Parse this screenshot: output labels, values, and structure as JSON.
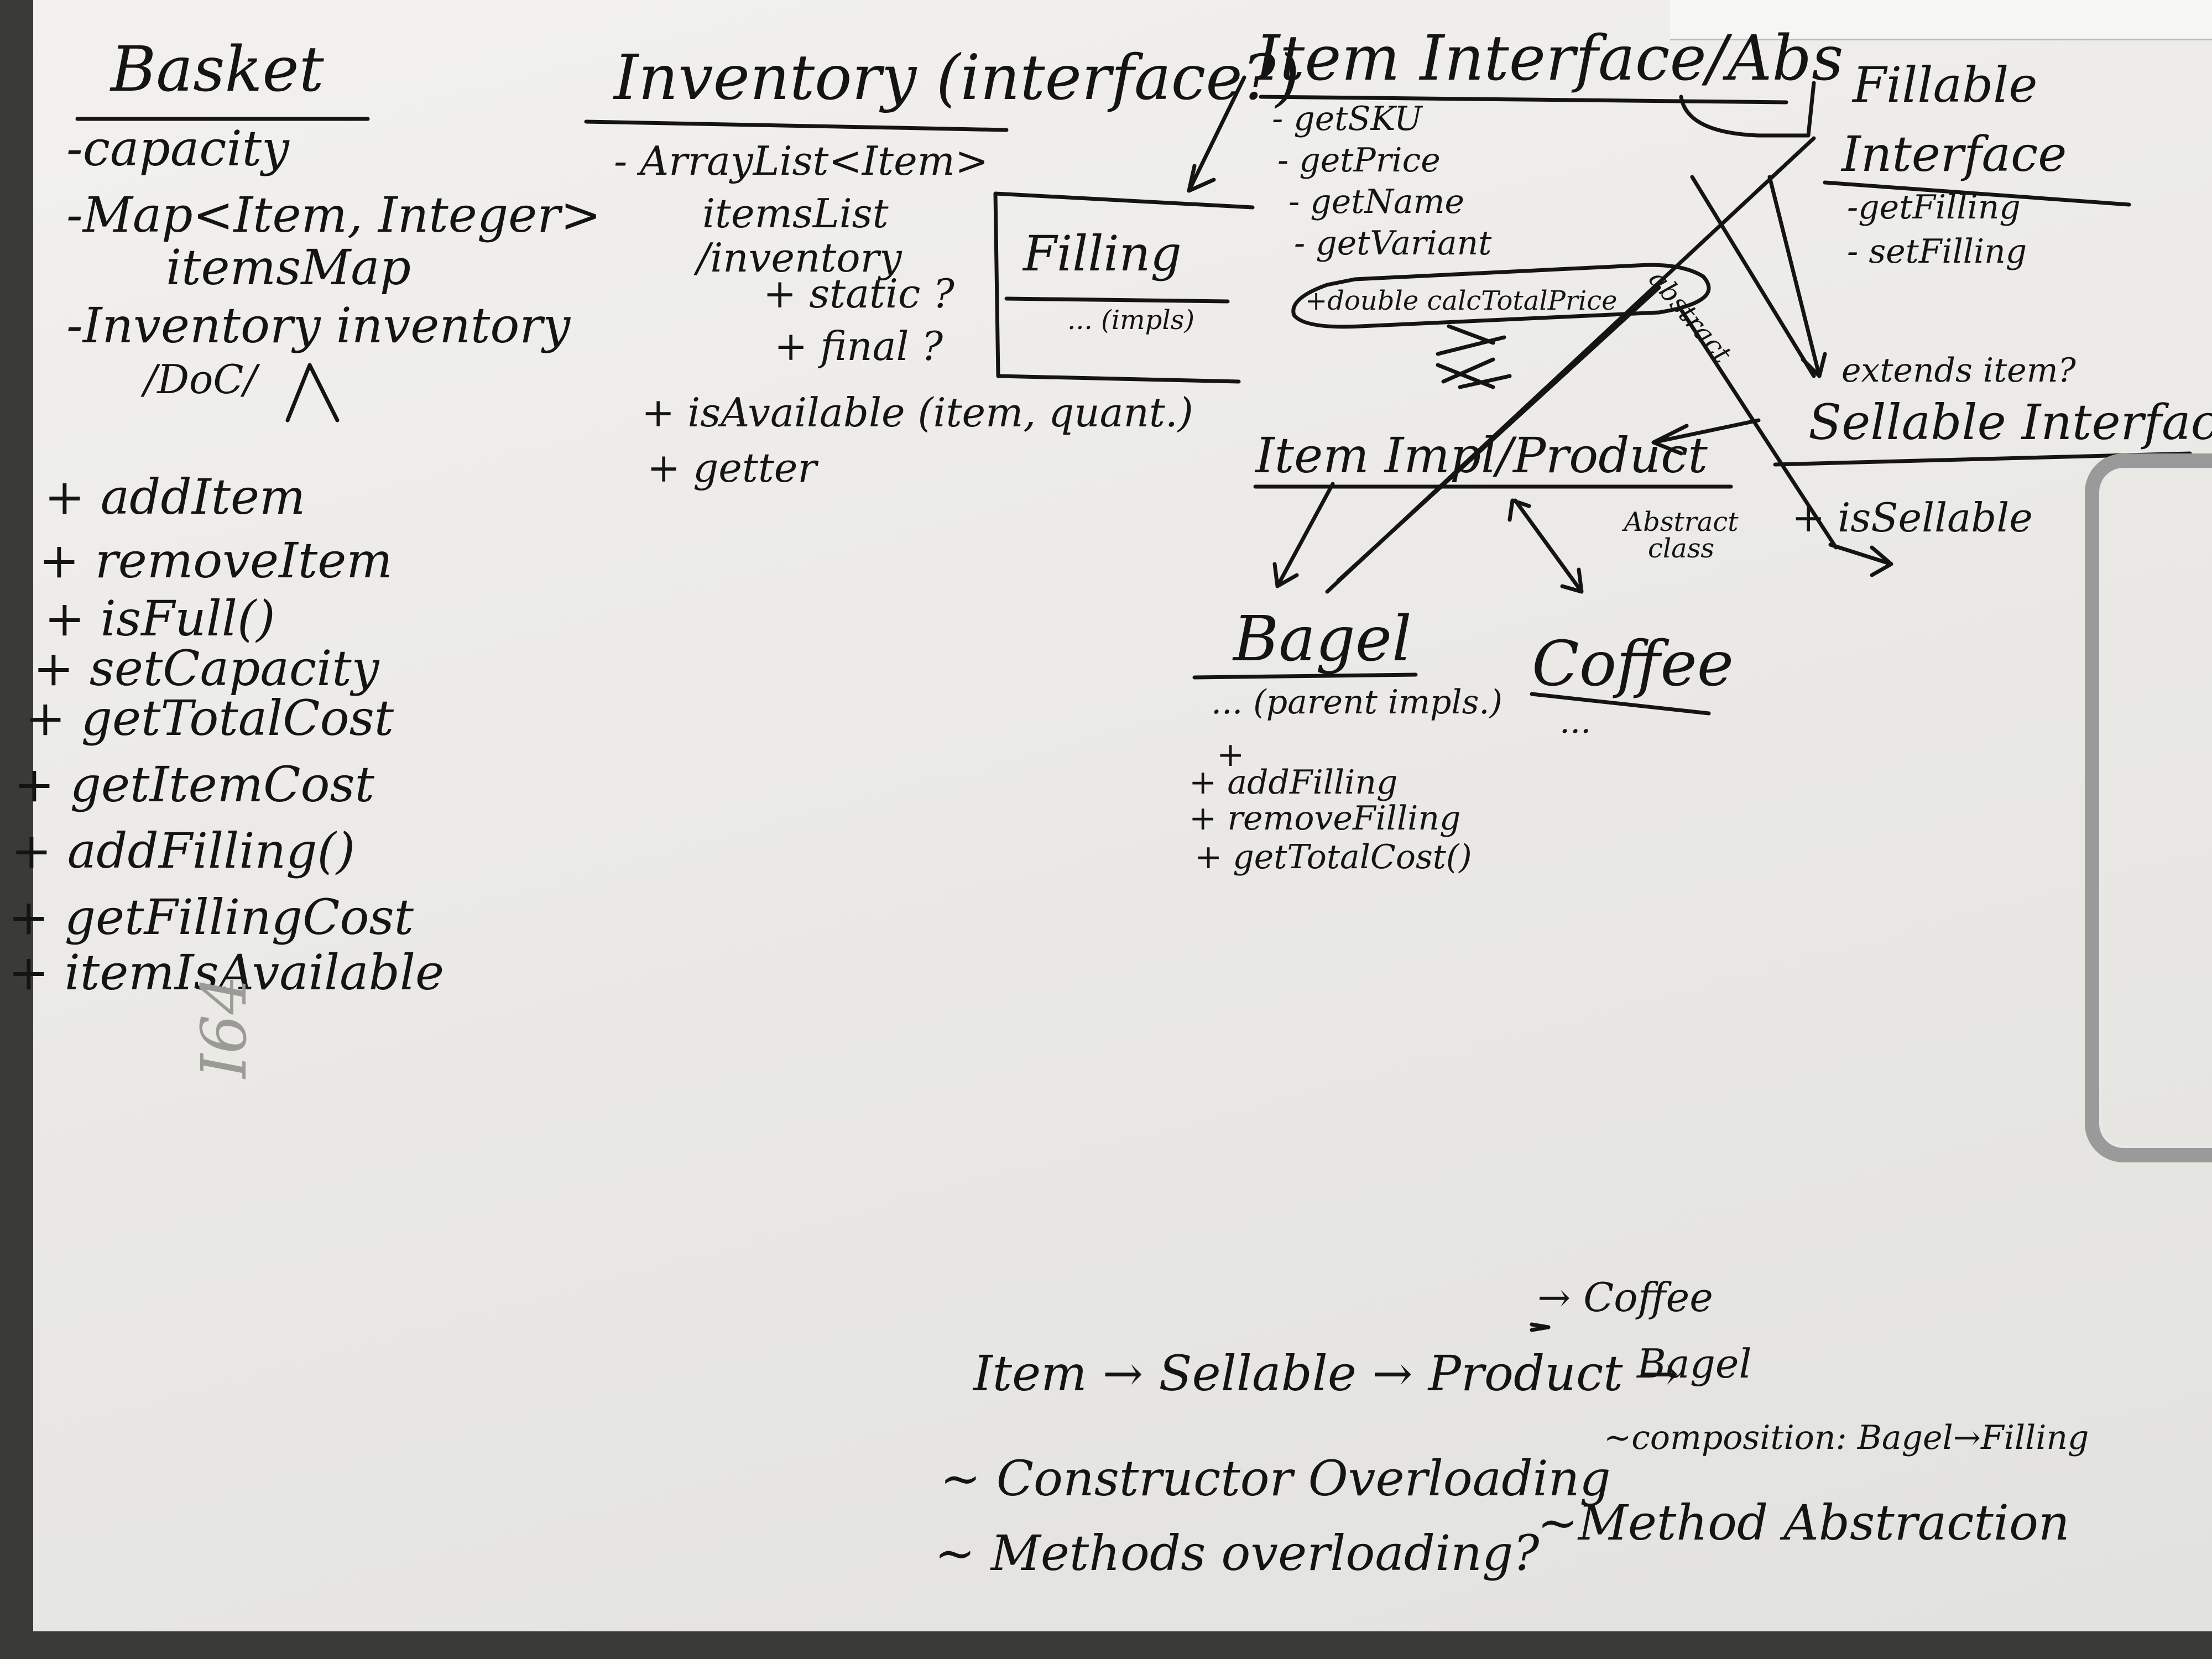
{
  "basket": {
    "title": "Basket",
    "fields": [
      "-capacity",
      "-Map<Item, Integer>",
      "itemsMap",
      "-Inventory inventory",
      "/DoC/"
    ],
    "methods": [
      "+ addItem",
      "+ removeItem",
      "+ isFull()",
      "+ setCapacity",
      "+ getTotalCost",
      "+ getItemCost",
      "+ addFilling()",
      "+ getFillingCost",
      "+ itemIsAvailable"
    ]
  },
  "inventory": {
    "title": "Inventory (interface?)",
    "fields": [
      "- ArrayList<Item>",
      "itemsList",
      "/inventory",
      "+ static ?",
      "+ final ?"
    ],
    "methods": [
      "+ isAvailable (item, quant.)",
      "+ getter"
    ]
  },
  "filling": {
    "title": "Filling",
    "body": "... (impls)"
  },
  "item_interface": {
    "title": "Item Interface/Abs",
    "methods": [
      "- getSKU",
      "- getPrice",
      "- getName",
      "- getVariant"
    ],
    "extra": "+double calcTotalPrice",
    "abstract_label": "abstract"
  },
  "fillable": {
    "title": "Fillable",
    "subtitle": "Interface",
    "methods": [
      "-getFilling",
      "- setFilling"
    ]
  },
  "sellable": {
    "note": "extends item?",
    "title": "Sellable Interface",
    "methods": [
      "+ isSellable"
    ]
  },
  "item_impl": {
    "title": "Item Impl/Product",
    "note": "Abstract class"
  },
  "bagel": {
    "title": "Bagel",
    "body": "... (parent impls.)",
    "plus": "+",
    "methods": [
      "+ addFilling",
      "+ removeFilling",
      "+ getTotalCost()"
    ]
  },
  "coffee": {
    "title": "Coffee",
    "body": "..."
  },
  "hierarchy": {
    "base": "Item → Sellable → Product →",
    "branch_top": "→ Coffee",
    "branch_bottom": "Bagel"
  },
  "notes": {
    "composition": "~composition: Bagel→Filling",
    "constructor": "~ Constructor Overloading",
    "method_abstraction": "~Method Abstraction",
    "methods_overloading": "~ Methods overloading?"
  },
  "margin_mark": "I64",
  "colors": {
    "ink": "#141414",
    "paper": "#eeede9",
    "clip": "#9a9a9a"
  }
}
